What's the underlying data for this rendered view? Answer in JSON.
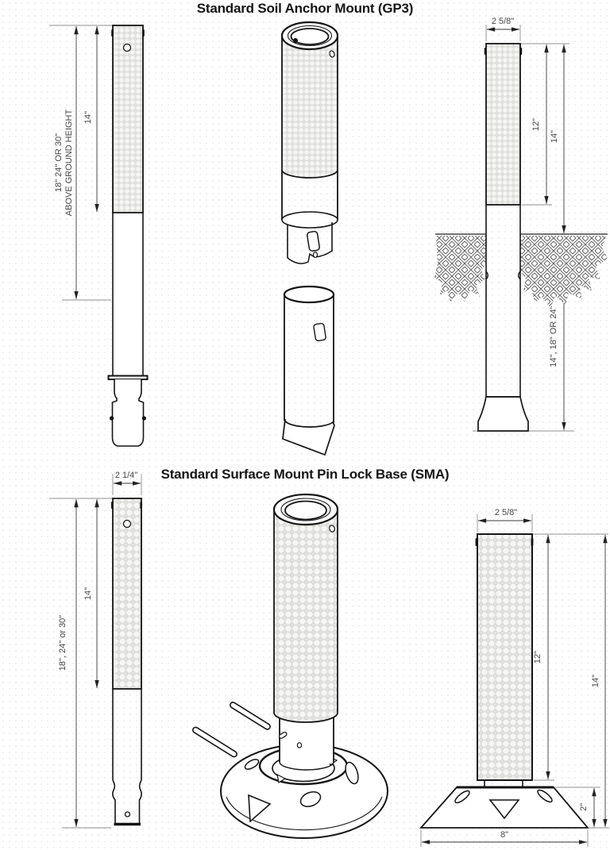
{
  "style": {
    "ink": "#151515",
    "dim_line": "#3a3a3a",
    "dim_text": "#454545",
    "extension_line": "#8f8f8f",
    "texture_fill": "#f6f6f5"
  },
  "gp3": {
    "title": "Standard Soil Anchor Mount (GP3)",
    "front_view": {
      "height_note_line1": "18\" 24\" OR 30\"",
      "height_note_line2": "ABOVE GROUND HEIGHT",
      "sleeve_height": "14\""
    },
    "section_view": {
      "width": "2 5/8\"",
      "sleeve_height": "12\"",
      "above_ground_height": "14\"",
      "below_ground_depth": "14\", 18\" OR 24\""
    }
  },
  "sma": {
    "title": "Standard Surface Mount Pin Lock Base (SMA)",
    "front_view": {
      "width": "2 1/4\"",
      "sleeve_height": "14\"",
      "overall_height": "18\", 24\" or 30\""
    },
    "side_view": {
      "width": "2 5/8\"",
      "sleeve_height": "12\"",
      "overall_height": "14\"",
      "base_height": "2\"",
      "base_width": "8\""
    }
  }
}
